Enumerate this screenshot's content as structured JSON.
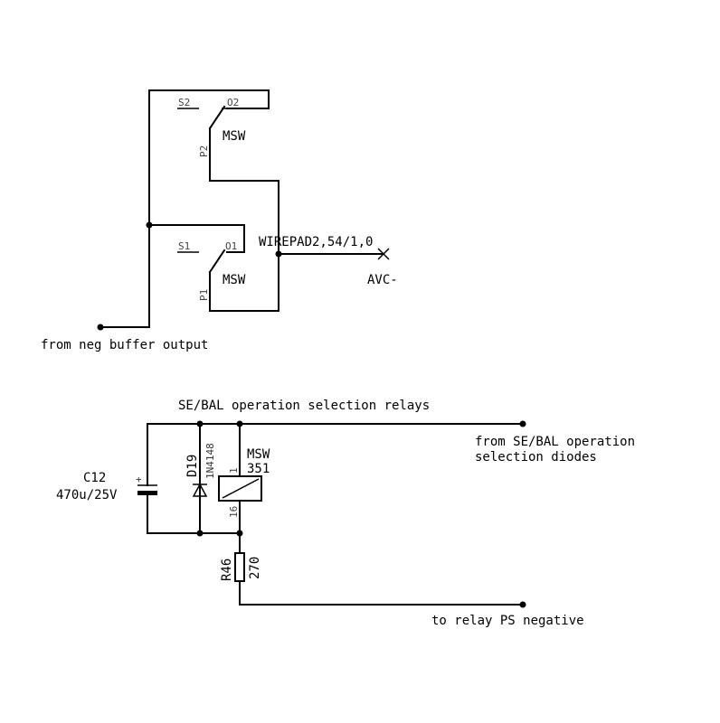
{
  "top_circuit": {
    "switch_top": {
      "s_label": "S2",
      "o_label": "O2",
      "p_label": "P2",
      "name": "MSW"
    },
    "switch_bottom": {
      "s_label": "S1",
      "o_label": "O1",
      "p_label": "P1",
      "name": "MSW"
    },
    "wirepad_label": "WIREPAD2,54/1,0",
    "output_label": "AVC-",
    "input_label": "from neg buffer output"
  },
  "bottom_circuit": {
    "title": "SE/BAL operation selection relays",
    "capacitor": {
      "name": "C12",
      "value": "470u/25V",
      "plus": "+"
    },
    "diode": {
      "name": "D19",
      "part": "1N4148"
    },
    "relay": {
      "name": "MSW",
      "value": "351",
      "pin_top": "1",
      "pin_bottom": "16"
    },
    "resistor": {
      "name": "R46",
      "value": "270"
    },
    "from_label_line1": "from SE/BAL operation",
    "from_label_line2": "selection diodes",
    "to_label": "to relay PS negative"
  }
}
